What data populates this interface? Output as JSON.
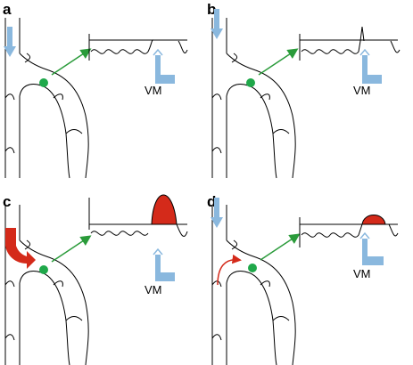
{
  "panels": [
    {
      "label": "a",
      "vm_label": "VM"
    },
    {
      "label": "b",
      "vm_label": "VM"
    },
    {
      "label": "c",
      "vm_label": ""
    },
    {
      "label": "d",
      "vm_label": "VM"
    }
  ],
  "second_vm_c": "VM",
  "colors": {
    "blue_arrow": "#8ab8de",
    "green_arrow": "#2a9b3a",
    "green_dot": "#1fa84a",
    "red": "#d42a1a",
    "line": "#000000"
  }
}
